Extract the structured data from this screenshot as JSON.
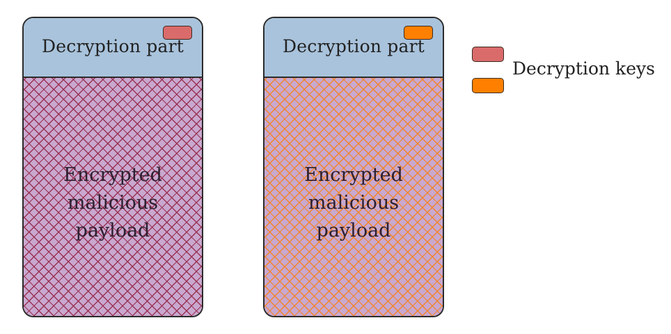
{
  "colors": {
    "key_red": "#d96b6b",
    "key_orange": "#ff8000"
  },
  "blocks": [
    {
      "header": "Decryption part",
      "body_lines": [
        "Encrypted",
        "malicious",
        "payload"
      ],
      "key_color": "#d96b6b"
    },
    {
      "header": "Decryption part",
      "body_lines": [
        "Encrypted",
        "malicious",
        "payload"
      ],
      "key_color": "#ff8000"
    }
  ],
  "legend": {
    "label": "Decryption keys"
  }
}
